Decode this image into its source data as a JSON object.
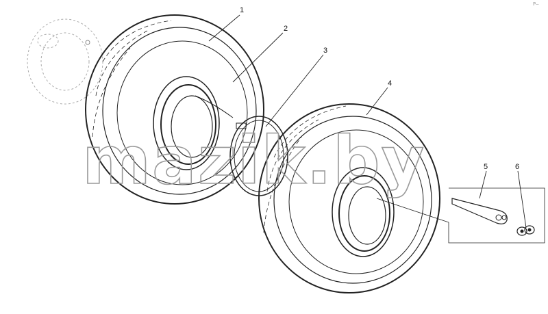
{
  "callouts": {
    "c1": "1",
    "c2": "2",
    "c3": "3",
    "c4": "4",
    "c5": "5",
    "c6": "6"
  },
  "watermark": "mazik.by",
  "corner_mark": "P—"
}
